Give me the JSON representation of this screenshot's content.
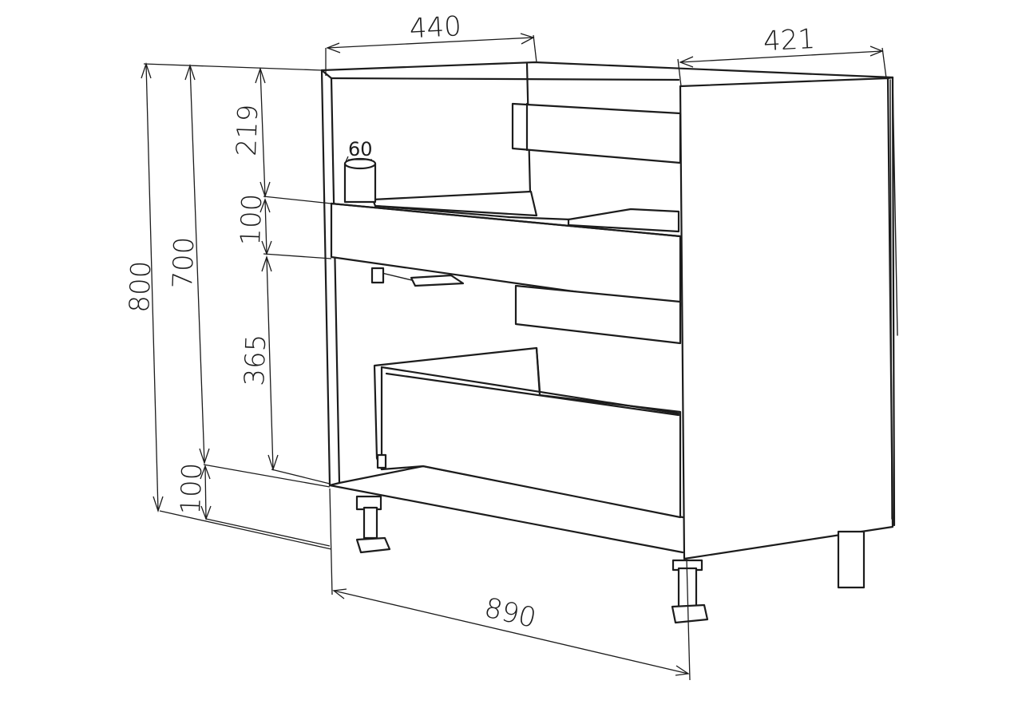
{
  "dimensions": {
    "top_left_width": "440",
    "top_right_depth": "421",
    "post_width": "60",
    "gap_top": "219",
    "drawer_front": "100",
    "gap_lower": "365",
    "inner_height": "700",
    "total_height": "800",
    "leg_height": "100",
    "total_width": "890"
  }
}
